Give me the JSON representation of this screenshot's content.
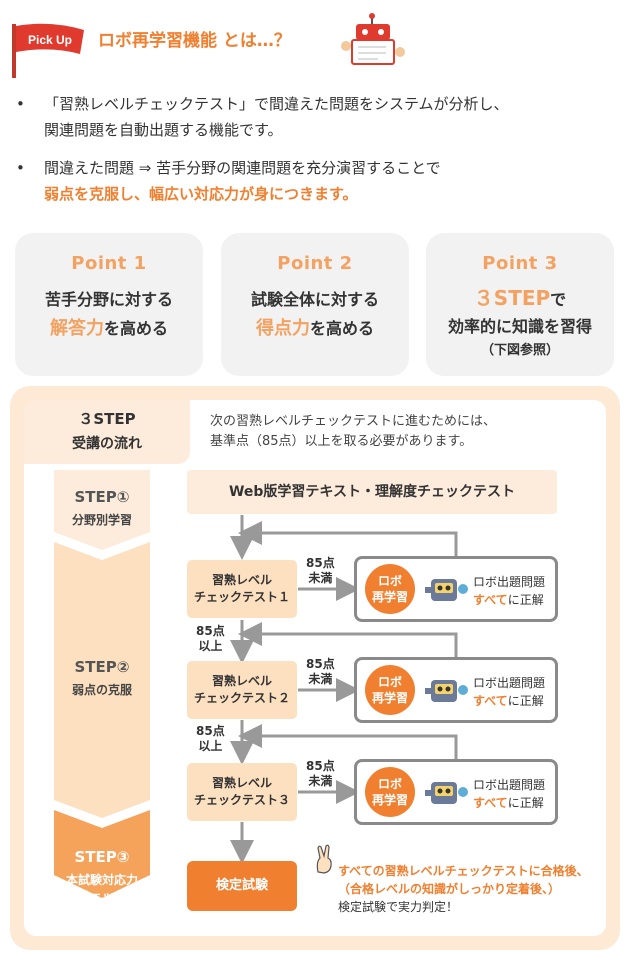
{
  "header": {
    "flag_label": "Pick Up",
    "title": "ロボ再学習機能 とは…？"
  },
  "bullets": [
    {
      "dot": "•",
      "lines": [
        "「習熟レベルチェックテスト」で間違えた問題をシステムが分析し、",
        "関連問題を自動出題する機能です。"
      ]
    },
    {
      "dot": "•",
      "line1": "間違えた問題 ⇒ 苦手分野の関連問題を充分演習することで",
      "line2": "弱点を克服し、幅広い対応力が身につきます。"
    }
  ],
  "points": [
    {
      "head": "Point 1",
      "line1": "苦手分野に対する",
      "highlight": "解答力",
      "rest": "を高める"
    },
    {
      "head": "Point 2",
      "line1": "試験全体に対する",
      "highlight": "得点力",
      "rest": "を高める"
    },
    {
      "head": "Point 3",
      "big": "３STEP",
      "big_suffix": "で",
      "line2": "効率的に知識を習得",
      "line3": "（下図参照）"
    }
  ],
  "flow": {
    "head_line1": "３STEP",
    "head_line2": "受講の流れ",
    "note_line1": "次の習熟レベルチェックテストに進むためには、",
    "note_line2": "基準点（85点）以上を取る必要があります。",
    "steps": [
      {
        "label": "STEP①",
        "desc": "分野別学習"
      },
      {
        "label": "STEP②",
        "desc": "弱点の克服"
      },
      {
        "label": "STEP③",
        "desc1": "本試験対応力",
        "desc2": "チェック"
      }
    ],
    "web_box": "Web版学習テキスト・理解度チェックテスト",
    "tests": [
      {
        "line1": "習熟レベル",
        "line2": "チェックテスト１"
      },
      {
        "line1": "習熟レベル",
        "line2": "チェックテスト２"
      },
      {
        "line1": "習熟レベル",
        "line2": "チェックテスト３"
      }
    ],
    "under_label": {
      "line1": "85点",
      "line2": "未満"
    },
    "over_label": {
      "line1": "85点",
      "line2": "以上"
    },
    "robo": {
      "circle1": "ロボ",
      "circle2": "再学習",
      "text1": "ロボ出題問題",
      "text_hl": "すべて",
      "text2": "に正解"
    },
    "final_box": "検定試験",
    "final_line1": "すべての習熟レベルチェックテストに合格後、",
    "final_line2": "（合格レベルの知識がしっかり定着後、）",
    "final_line3": "検定試験で実力判定！"
  },
  "colors": {
    "accent": "#f08030",
    "point_accent": "#f4a261",
    "panel_bg": "#fde9d4",
    "gray": "#8a8a8a"
  }
}
